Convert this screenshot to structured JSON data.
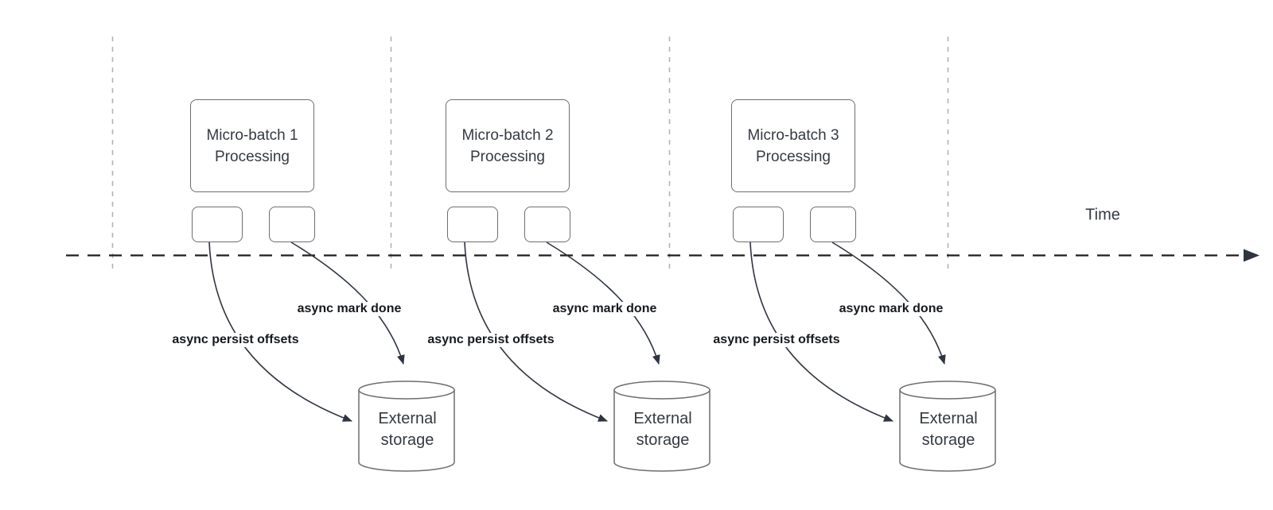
{
  "timeline": {
    "label": "Time"
  },
  "groups": [
    {
      "box_line1": "Micro-batch 1",
      "box_line2": "Processing",
      "persist_label": "async persist offsets",
      "mark_done_label": "async mark done",
      "storage_line1": "External",
      "storage_line2": "storage"
    },
    {
      "box_line1": "Micro-batch 2",
      "box_line2": "Processing",
      "persist_label": "async persist offsets",
      "mark_done_label": "async mark done",
      "storage_line1": "External",
      "storage_line2": "storage"
    },
    {
      "box_line1": "Micro-batch 3",
      "box_line2": "Processing",
      "persist_label": "async persist offsets",
      "mark_done_label": "async mark done",
      "storage_line1": "External",
      "storage_line2": "storage"
    }
  ],
  "colors": {
    "bg": "#ffffff",
    "shape-border": "#6e6e6e",
    "connector": "#2e3440",
    "guide": "#b3b3b3",
    "timeline": "#1d1d1d",
    "text": "#343a42",
    "label-text": "#15191e"
  }
}
